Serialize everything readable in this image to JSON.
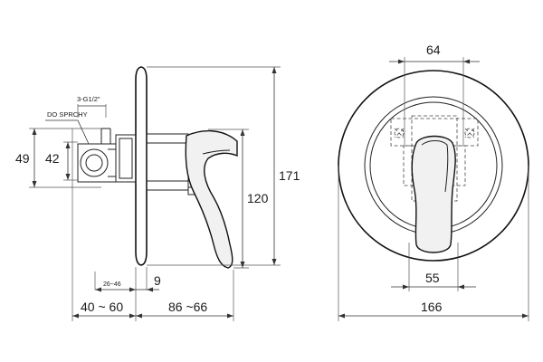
{
  "side_view": {
    "label_outlet": "DO SPRCHY",
    "label_thread": "3-G1/2\"",
    "dim_49": "49",
    "dim_42": "42",
    "dim_range_26_46": "26~46",
    "dim_9": "9",
    "dim_40_60": "40 ~ 60",
    "dim_86_66": "86 ~66",
    "dim_120": "120",
    "dim_171": "171"
  },
  "front_view": {
    "dim_64": "64",
    "dim_55": "55",
    "dim_166": "166"
  }
}
